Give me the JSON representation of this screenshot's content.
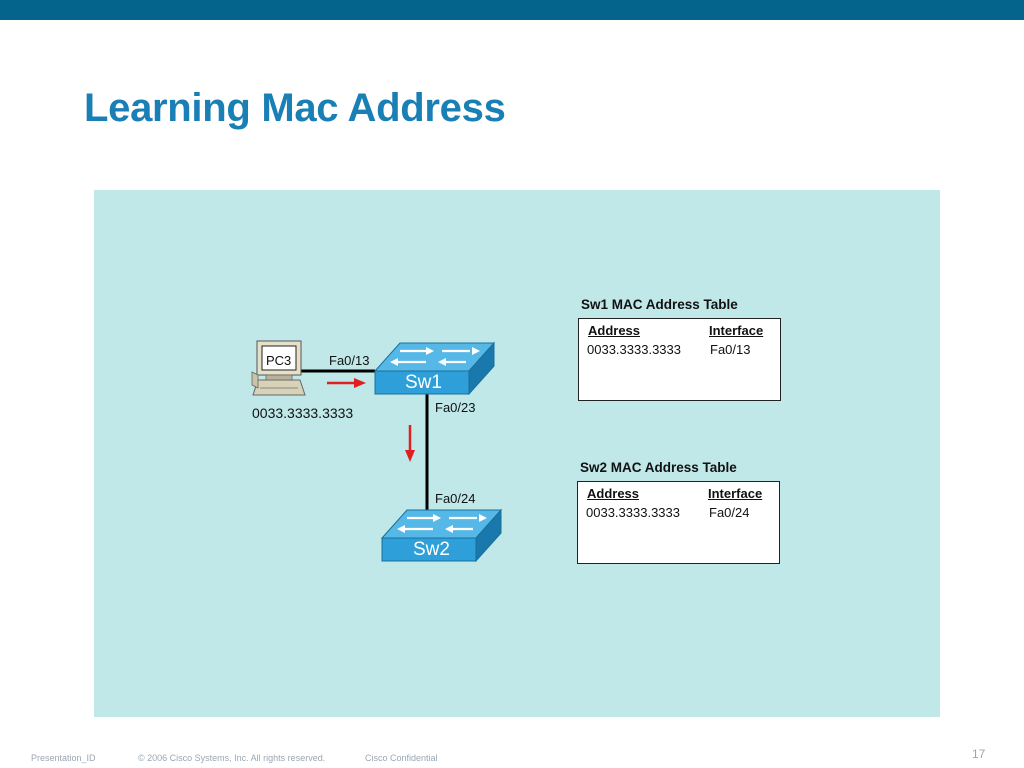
{
  "slide": {
    "title": "Learning Mac Address",
    "page_number": "17"
  },
  "footer": {
    "presentation_id": "Presentation_ID",
    "copyright": "© 2006 Cisco Systems, Inc. All rights reserved.",
    "confidential": "Cisco Confidential"
  },
  "colors": {
    "header_bar": "#04648c",
    "title": "#1a7fb5",
    "panel": "#c0e8e9",
    "switch": "#2e9fd8",
    "arrow": "#e02020"
  },
  "diagram": {
    "pc": {
      "label": "PC3",
      "mac": "0033.3333.3333",
      "icon": "computer-icon"
    },
    "sw1": {
      "label": "Sw1",
      "icon": "switch-icon"
    },
    "sw2": {
      "label": "Sw2",
      "icon": "switch-icon"
    },
    "ports": {
      "pc_sw1": "Fa0/13",
      "sw1_down": "Fa0/23",
      "sw2_up": "Fa0/24"
    }
  },
  "tables": {
    "sw1": {
      "title": "Sw1 MAC Address Table",
      "col_address": "Address",
      "col_interface": "Interface",
      "rows": [
        {
          "address": "0033.3333.3333",
          "interface": "Fa0/13"
        }
      ]
    },
    "sw2": {
      "title": "Sw2 MAC Address Table",
      "col_address": "Address",
      "col_interface": "Interface",
      "rows": [
        {
          "address": "0033.3333.3333",
          "interface": "Fa0/24"
        }
      ]
    }
  }
}
